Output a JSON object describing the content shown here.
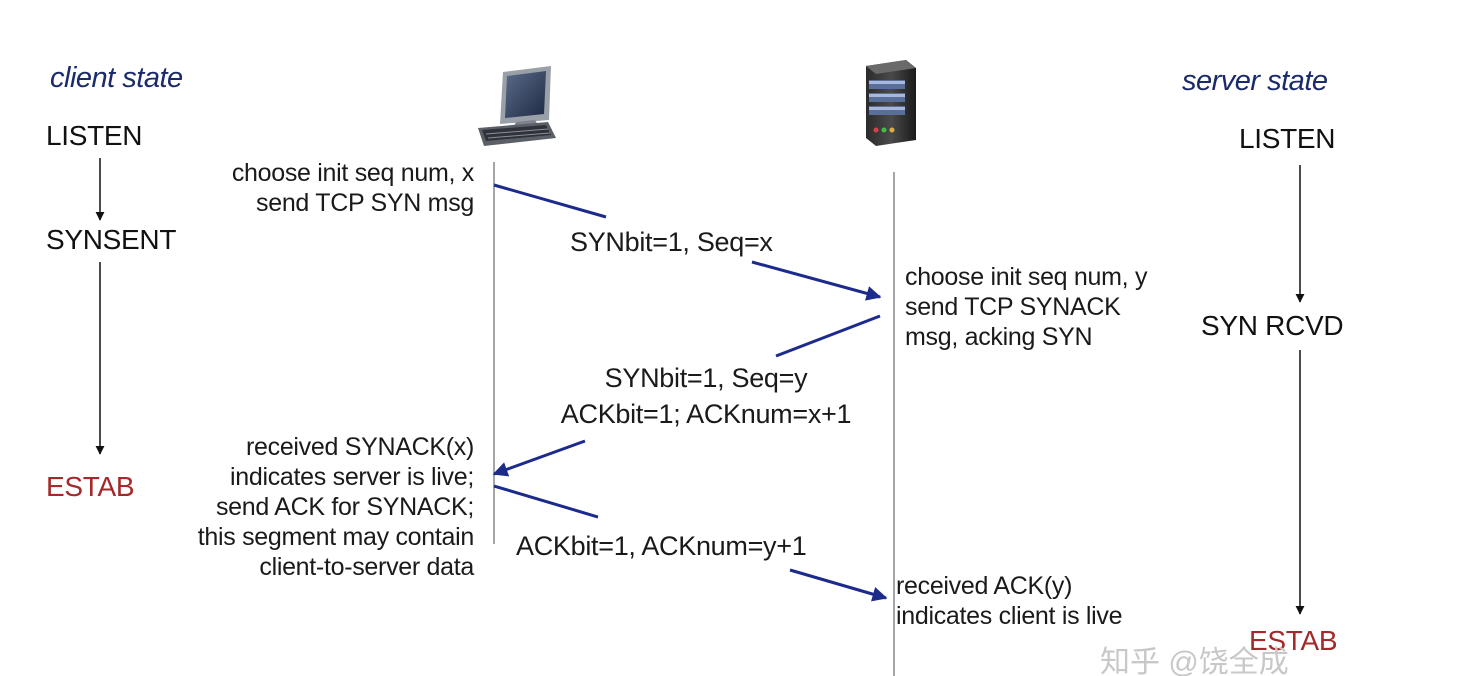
{
  "headers": {
    "client_state": "client state",
    "server_state": "server state"
  },
  "client_states": {
    "listen": "LISTEN",
    "synsent": "SYNSENT",
    "estab": "ESTAB"
  },
  "server_states": {
    "listen": "LISTEN",
    "syn_rcvd": "SYN RCVD",
    "estab": "ESTAB"
  },
  "client_notes": {
    "syn": [
      "choose init seq num, x",
      "send TCP SYN msg"
    ],
    "synack_received": [
      "received SYNACK(x)",
      "indicates server is live;",
      "send ACK for SYNACK;",
      "this segment may contain",
      "client-to-server data"
    ]
  },
  "server_notes": {
    "synack": [
      "choose init seq num, y",
      "send TCP SYNACK",
      "msg, acking SYN"
    ],
    "ack_received": [
      "received ACK(y)",
      "indicates client is live"
    ]
  },
  "messages": {
    "syn": "SYNbit=1, Seq=x",
    "synack_line1": "SYNbit=1, Seq=y",
    "synack_line2": "ACKbit=1; ACKnum=x+1",
    "ack": "ACKbit=1, ACKnum=y+1"
  },
  "watermark": "知乎 @饶全成",
  "colors": {
    "arrow": "#1c2a8c",
    "state_header": "#1b2a6b",
    "estab": "#a3292b"
  },
  "icons": {
    "client": "desktop-computer-icon",
    "server": "server-tower-icon"
  }
}
